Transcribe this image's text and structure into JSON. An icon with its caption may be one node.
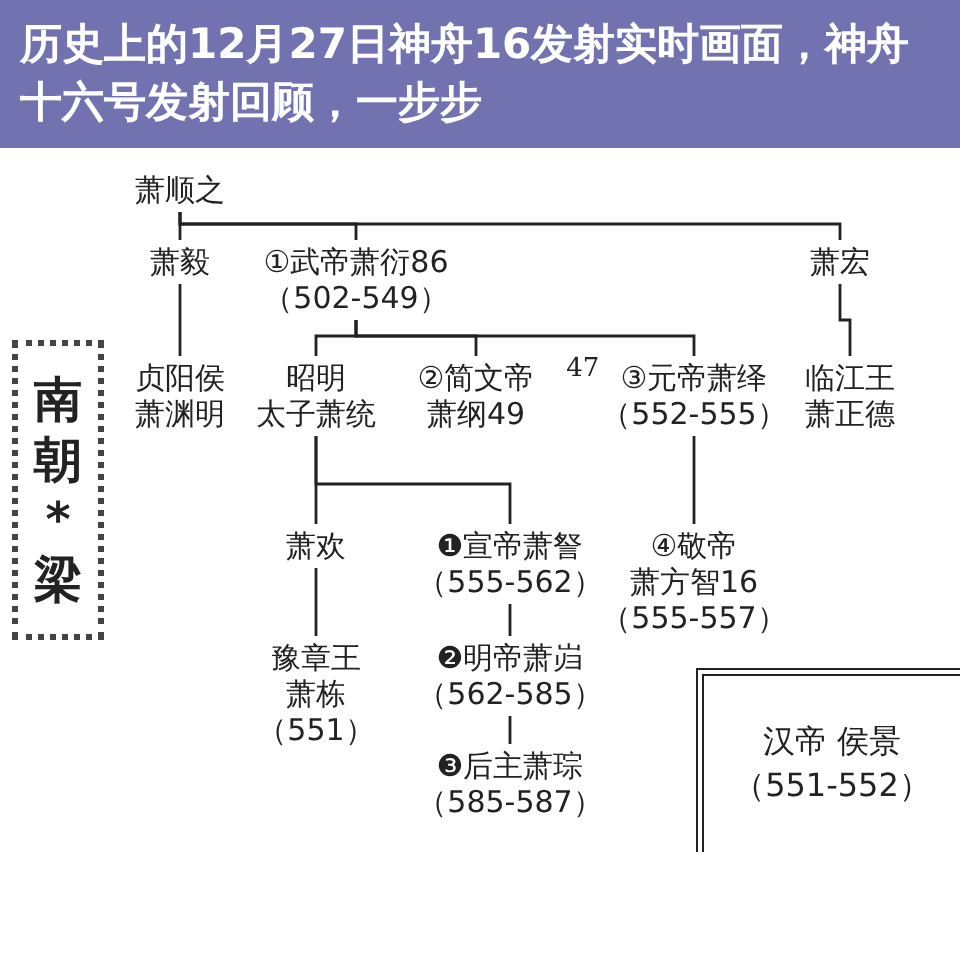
{
  "diagram": {
    "title": "历史上的12月27日神舟16发射实时画面，神舟十六号发射回顾，一步步",
    "nodes": [
      {
        "text": [
          "萧顺之"
        ]
      },
      {
        "text": [
          "萧毅"
        ]
      },
      {
        "text": [
          "①武帝萧衍86",
          "（502-549）"
        ]
      },
      {
        "text": [
          "萧宏"
        ]
      },
      {
        "text": [
          "贞阳侯萧渊明"
        ]
      },
      {
        "text": [
          "昭明太子萧统"
        ]
      },
      {
        "text": [
          "②简文帝萧纲49"
        ]
      },
      {
        "text": [
          "③元帝萧绎",
          "（552-555）"
        ],
        "beside": [
          "47"
        ]
      },
      {
        "text": [
          "临江王萧正德"
        ]
      },
      {
        "text": [
          "萧欢"
        ]
      },
      {
        "text": [
          "❶宣帝萧詧",
          "（555-562）"
        ]
      },
      {
        "text": [
          "④敬帝萧方智16",
          "（555-557）"
        ]
      },
      {
        "text": [
          "豫章王萧栋",
          "（551）"
        ]
      },
      {
        "text": [
          "❷明帝萧岿",
          "（562-585）"
        ]
      },
      {
        "text": [
          "❸后主萧琮",
          "（585-587）"
        ]
      },
      {
        "text": [
          "汉帝 侯景",
          "（551-552）"
        ]
      },
      {
        "text": [
          "南朝*梁"
        ]
      }
    ],
    "edges": [
      {
        "from": 0,
        "to": 1,
        "arrow": "none"
      },
      {
        "from": 0,
        "to": 2,
        "arrow": "none"
      },
      {
        "from": 0,
        "to": 3,
        "arrow": "none"
      },
      {
        "from": 1,
        "to": 4,
        "arrow": "none"
      },
      {
        "from": 2,
        "to": 5,
        "arrow": "none"
      },
      {
        "from": 2,
        "to": 6,
        "arrow": "none"
      },
      {
        "from": 2,
        "to": 7,
        "arrow": "none"
      },
      {
        "from": 3,
        "to": 8,
        "arrow": "none"
      },
      {
        "from": 5,
        "to": 9,
        "arrow": "none"
      },
      {
        "from": 5,
        "to": 10,
        "arrow": "none"
      },
      {
        "from": 7,
        "to": 11,
        "arrow": "none"
      },
      {
        "from": 9,
        "to": 12,
        "arrow": "none"
      },
      {
        "from": 10,
        "to": 13,
        "arrow": "none"
      },
      {
        "from": 13,
        "to": 14,
        "arrow": "none"
      }
    ]
  }
}
